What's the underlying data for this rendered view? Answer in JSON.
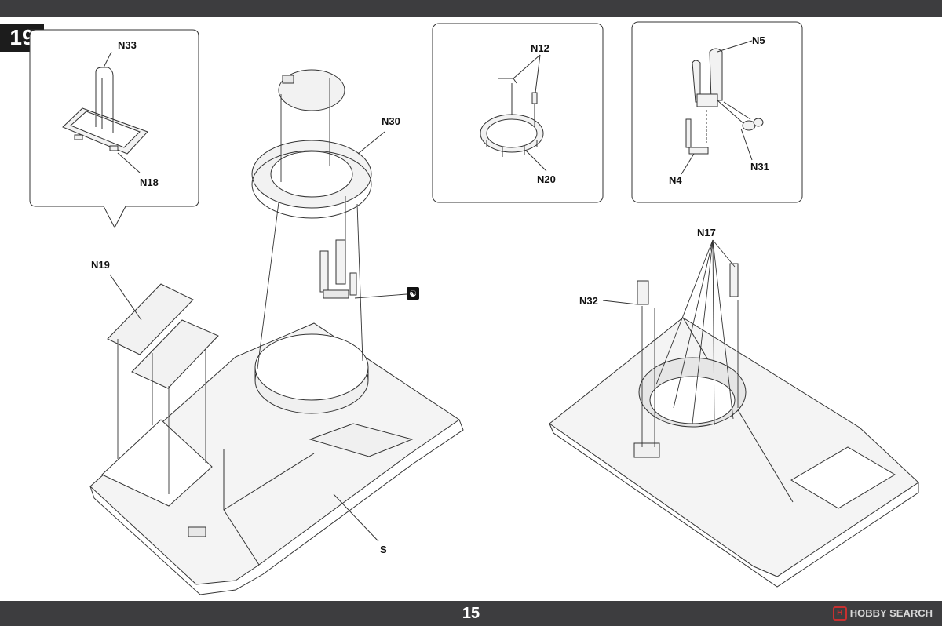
{
  "step": "19",
  "page_number": "15",
  "watermark": "HOBBY SEARCH",
  "parts": {
    "n33": "N33",
    "n18": "N18",
    "n30": "N30",
    "n12": "N12",
    "n20": "N20",
    "n5": "N5",
    "n4": "N4",
    "n31": "N31",
    "n19": "N19",
    "n17": "N17",
    "n32": "N32",
    "s": "S"
  },
  "colors": {
    "bar": "#3d3d3f",
    "badge": "#1c1c1c",
    "line": "#333333",
    "fill": "#f2f2f2"
  }
}
